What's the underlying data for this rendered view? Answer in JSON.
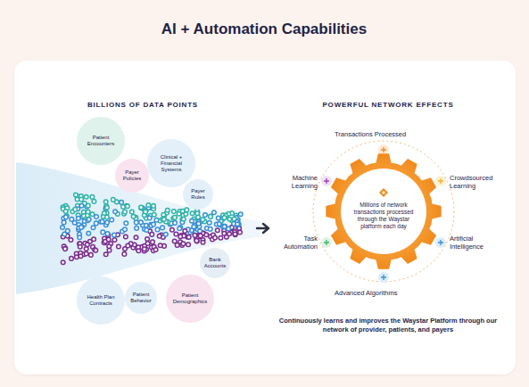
{
  "diagram": {
    "title": "AI + Automation Capabilities",
    "caption": "Continuously learns and improves the Waystar Platform through our network of provider, patients, and payers",
    "nodes": [
      {
        "text": [
          "Patient Encounters"
        ]
      },
      {
        "text": [
          "Payer Policies"
        ]
      },
      {
        "text": [
          "Clinical + Financial Systems"
        ]
      },
      {
        "text": [
          "Payer Rules"
        ]
      },
      {
        "text": [
          "Bank Accounts"
        ]
      },
      {
        "text": [
          "Health Plan Contracts"
        ]
      },
      {
        "text": [
          "Patient Behavior"
        ]
      },
      {
        "text": [
          "Patient Demographics"
        ]
      },
      {
        "text": [
          "Millions of network transactions processed through the Waystar platform each day"
        ]
      }
    ],
    "labels": [
      "BILLIONS OF DATA POINTS",
      "POWERFUL NETWORK EFFECTS",
      "Transactions Processed",
      "Machine Learning",
      "Crowdsourced Learning",
      "Task Automation",
      "Artificial Intelligence",
      "Advanced Algorithms"
    ]
  }
}
